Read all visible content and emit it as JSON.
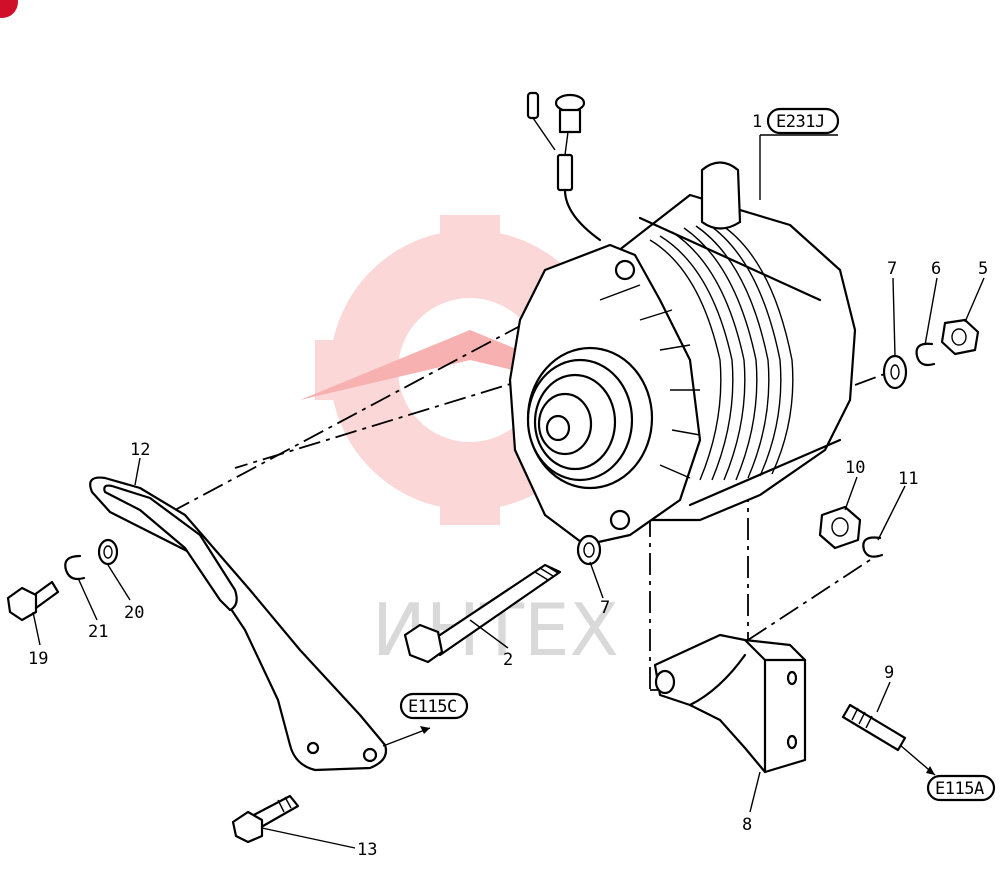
{
  "watermark": {
    "text": "ИНТЕХ",
    "logo_color": "#f5b6b6",
    "corner_color": "#d0102a"
  },
  "refs": {
    "r1": "E231J",
    "r2": "E115C",
    "r3": "E115A"
  },
  "callouts": {
    "c1": "1",
    "c2": "2",
    "c5": "5",
    "c6": "6",
    "c7a": "7",
    "c7b": "7",
    "c8": "8",
    "c9": "9",
    "c10": "10",
    "c11": "11",
    "c12": "12",
    "c13": "13",
    "c19": "19",
    "c20": "20",
    "c21": "21"
  }
}
